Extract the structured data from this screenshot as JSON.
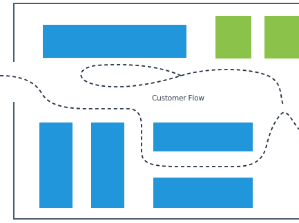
{
  "diagram": {
    "flow_label": "Customer Flow",
    "colors": {
      "shelf": "#2196db",
      "checkout": "#8bc34a",
      "wall": "#4a5a6a",
      "flow_path": "#1f2d3d"
    },
    "shelves": [
      "shelf-top",
      "shelf-left-1",
      "shelf-left-2",
      "shelf-middle",
      "shelf-bottom"
    ],
    "checkouts": [
      "checkout-1",
      "checkout-2"
    ]
  }
}
